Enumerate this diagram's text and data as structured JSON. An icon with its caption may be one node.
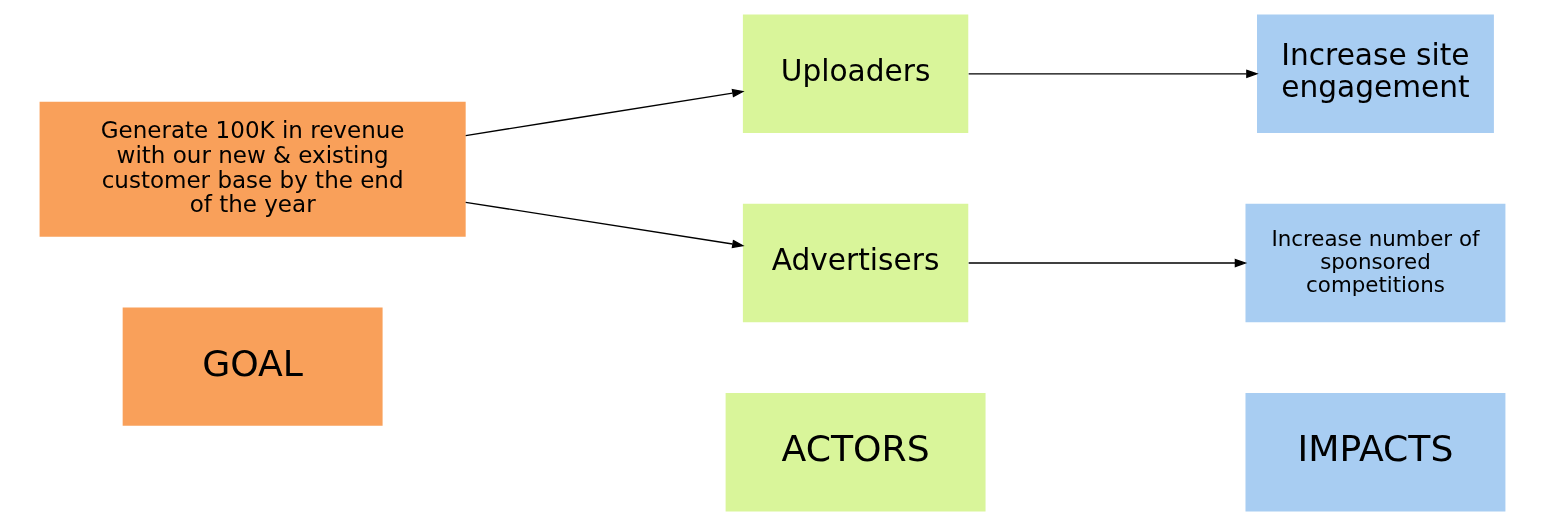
{
  "diagram": {
    "nodes": [
      {
        "text": [
          "GOAL"
        ]
      },
      {
        "text": [
          "ACTORS"
        ]
      },
      {
        "text": [
          "IMPACTS"
        ]
      },
      {
        "text": [
          "Generate 100K in revenue with our new & existing customer base by the end of the year"
        ]
      },
      {
        "text": [
          "Uploaders"
        ]
      },
      {
        "text": [
          "Advertisers"
        ]
      },
      {
        "text": [
          "Increase site engagement"
        ]
      },
      {
        "text": [
          "Increase number of sponsored competitions"
        ]
      }
    ],
    "edges": [
      {
        "from": 3,
        "to": 4,
        "arrow": "to"
      },
      {
        "from": 3,
        "to": 5,
        "arrow": "to"
      },
      {
        "from": 4,
        "to": 6,
        "arrow": "to"
      },
      {
        "from": 5,
        "to": 7,
        "arrow": "to"
      }
    ]
  }
}
